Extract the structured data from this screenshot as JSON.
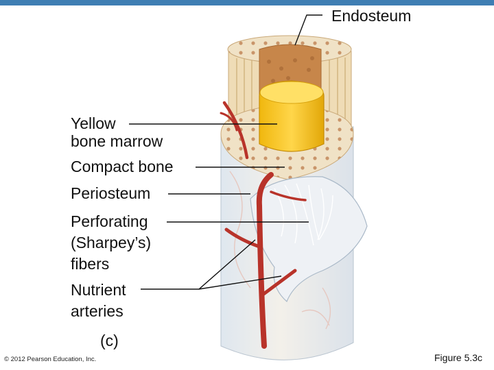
{
  "labels": {
    "endosteum": "Endosteum",
    "yellow_marrow": [
      "Yellow",
      "bone marrow"
    ],
    "compact_bone": "Compact bone",
    "periosteum": "Periosteum",
    "perforating_fibers": [
      "Perforating",
      "(Sharpey’s)",
      "fibers"
    ],
    "nutrient_arteries": [
      "Nutrient",
      "arteries"
    ]
  },
  "panel_letter": "(c)",
  "copyright": "© 2012 Pearson Education, Inc.",
  "figure_label": "Figure 5.3c",
  "colors": {
    "header_bar": "#3f7eb3",
    "marrow": "#f6c21a",
    "artery": "#c0392b",
    "bone": "#f2e6cf",
    "spongy": "#c8894b",
    "periosteum": "#dde6ef"
  }
}
